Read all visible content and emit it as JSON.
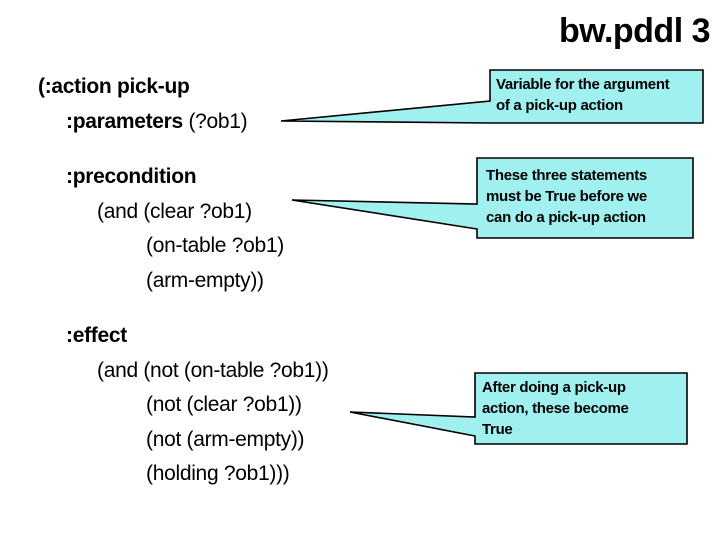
{
  "title": "bw.pddl 3",
  "colors": {
    "background": "#FFFFFF",
    "text": "#000000",
    "callout_fill": "#A0F0F0",
    "callout_border": "#000000"
  },
  "code": {
    "lines": [
      {
        "bold": "(:action pick-up",
        "rest": ""
      },
      {
        "bold": ":parameters",
        "rest": " (?ob1)"
      },
      {
        "bold": ":precondition",
        "rest": ""
      },
      {
        "bold": "",
        "rest": "(and (clear ?ob1)"
      },
      {
        "bold": "",
        "rest": "(on-table ?ob1)"
      },
      {
        "bold": "",
        "rest": "(arm-empty))"
      },
      {
        "bold": ":effect",
        "rest": ""
      },
      {
        "bold": "",
        "rest": "(and (not (on-table ?ob1))"
      },
      {
        "bold": "",
        "rest": "(not (clear ?ob1))"
      },
      {
        "bold": "",
        "rest": "(not (arm-empty))"
      },
      {
        "bold": "",
        "rest": "(holding ?ob1)))"
      }
    ]
  },
  "callouts": [
    {
      "lines": [
        "Variable for the argument",
        "of a pick-up action"
      ]
    },
    {
      "lines": [
        "These three statements",
        "must be True before we",
        "can do a pick-up action"
      ]
    },
    {
      "lines": [
        "After doing a pick-up",
        "action, these become",
        "True"
      ]
    }
  ]
}
